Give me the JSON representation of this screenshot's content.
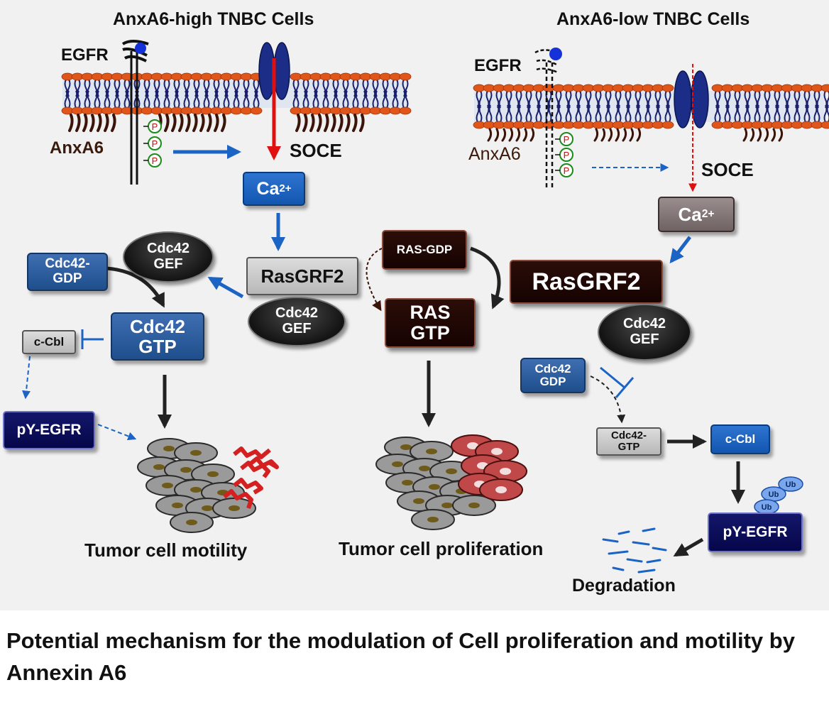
{
  "left_panel": {
    "title": "AnxA6-high TNBC Cells",
    "egfr_label": "EGFR",
    "anxa6_label": "AnxA6",
    "soce_label": "SOCE",
    "ca_label": "Ca",
    "ca_superscript": "2+",
    "rasgrf2_label": "RasGRF2",
    "cdc42_gef_top": "Cdc42\nGEF",
    "cdc42_gef_bottom": "Cdc42\nGEF",
    "cdc42_gdp": "Cdc42-\nGDP",
    "cdc42_gtp": "Cdc42\nGTP",
    "ccbl": "c-Cbl",
    "pyegfr": "pY-EGFR",
    "outcome": "Tumor cell motility"
  },
  "center": {
    "ras_gdp": "RAS-GDP",
    "ras_gtp": "RAS\nGTP",
    "outcome": "Tumor cell proliferation"
  },
  "right_panel": {
    "title": "AnxA6-low TNBC Cells",
    "egfr_label": "EGFR",
    "anxa6_label": "AnxA6",
    "soce_label": "SOCE",
    "ca_label": "Ca",
    "ca_superscript": "2+",
    "rasgrf2_label": "RasGRF2",
    "cdc42_gef": "Cdc42\nGEF",
    "cdc42_gdp": "Cdc42\nGDP",
    "cdc42_gtp": "Cdc42-\nGTP",
    "ccbl": "c-Cbl",
    "pyegfr": "pY-EGFR",
    "ub_labels": [
      "Ub",
      "Ub",
      "Ub"
    ],
    "outcome": "Degradation"
  },
  "phospho_label": "P",
  "caption": "Potential mechanism for the modulation of Cell proliferation and motility by Annexin A6",
  "colors": {
    "membrane_head": "#e0561a",
    "membrane_tail": "#1a1f6b",
    "blue_arrow": "#1b63c4",
    "red_arrow": "#e01010",
    "black_arrow": "#222222",
    "tumor_red": "#d42020",
    "cell_gray": "#8a8a8a"
  }
}
